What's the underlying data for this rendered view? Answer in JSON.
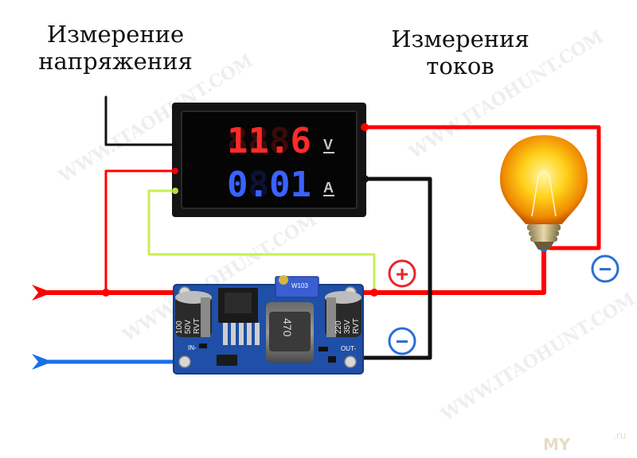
{
  "labels": {
    "voltage_measurement": "Измерение напряжения",
    "current_measurement": "Измерения токов"
  },
  "meter": {
    "voltage_reading": "11.6",
    "voltage_unit": "V",
    "current_reading": "0.01",
    "current_unit": "A",
    "voltage_color": "#ff2a2a",
    "current_color": "#3a62ff"
  },
  "converter_board": {
    "capacitor_left": [
      "100",
      "50V",
      "RVT"
    ],
    "capacitor_right": [
      "220",
      "35V",
      "RVT"
    ],
    "inductor_marking": "470",
    "potentiometer_marking": "W103",
    "pin_in_minus": "IN-",
    "pin_out_minus": "OUT-"
  },
  "polarity": {
    "plus": "+",
    "minus": "−"
  },
  "watermark": {
    "text": "WWW.ITAOHUNT.COM",
    "corner_text": "MY",
    "corner_suffix": ".ru"
  },
  "colors": {
    "wire_positive": "#ff0000",
    "wire_negative": "#000000",
    "wire_sense": "#c8ee55",
    "wire_input_negative": "#1a6fe8",
    "pcb": "#1f4fa6",
    "polarity_plus": "#e8262a",
    "polarity_minus": "#2a6fd6"
  }
}
